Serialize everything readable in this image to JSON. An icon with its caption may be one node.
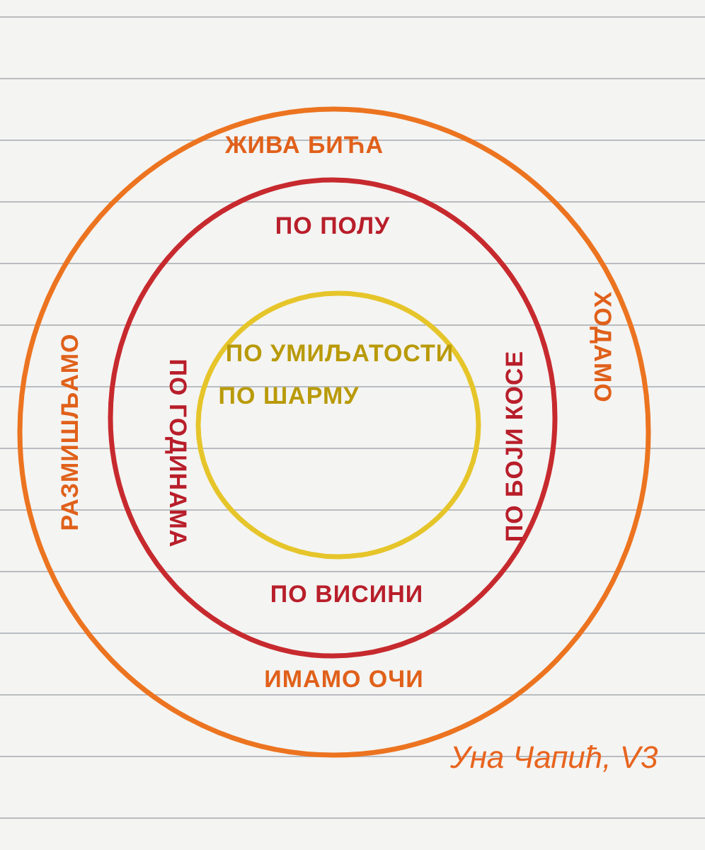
{
  "diagram": {
    "nodes": [
      {
        "text": [
          "ЖИВА БИЋА",
          "РАЗМИШЉАМО",
          "ХОДАМО",
          "ИМАМО ОЧИ"
        ]
      },
      {
        "text": [
          "ПО ПОЛУ",
          "ПО ГОДИНАМА",
          "ПО БОЈИ КОСЕ",
          "ПО ВИСИНИ"
        ],
        "in": 0
      },
      {
        "text": [
          "ПО УМИЉАТОСТИ",
          "ПО ШАРМУ"
        ],
        "in": 1
      }
    ],
    "labels": [
      "Уна Чапић, V3"
    ]
  }
}
